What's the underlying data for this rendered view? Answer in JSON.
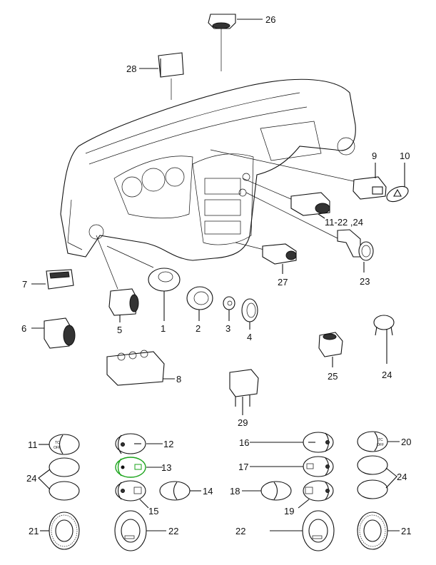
{
  "diagram": {
    "callouts": {
      "c26": "26",
      "c28": "28",
      "c9": "9",
      "c10": "10",
      "c11_22_24": "11-22 ,24",
      "c23": "23",
      "c27": "27",
      "c7": "7",
      "c6": "6",
      "c5": "5",
      "c1": "1",
      "c2": "2",
      "c3": "3",
      "c4": "4",
      "c25": "25",
      "c24a": "24",
      "c8": "8",
      "c29": "29"
    },
    "switch_callouts": {
      "s11": "11",
      "s12": "12",
      "s16": "16",
      "s20": "20",
      "s24l": "24",
      "s13": "13",
      "s17": "17",
      "s24r": "24",
      "s14": "14",
      "s18": "18",
      "s15": "15",
      "s19": "19",
      "s21l": "21",
      "s22l": "22",
      "s22r": "22",
      "s21r": "21"
    },
    "switch_text": {
      "tc_off_line1": "TC",
      "tc_off_line2": "OFF"
    },
    "highlight_color": "#1aa31a"
  }
}
